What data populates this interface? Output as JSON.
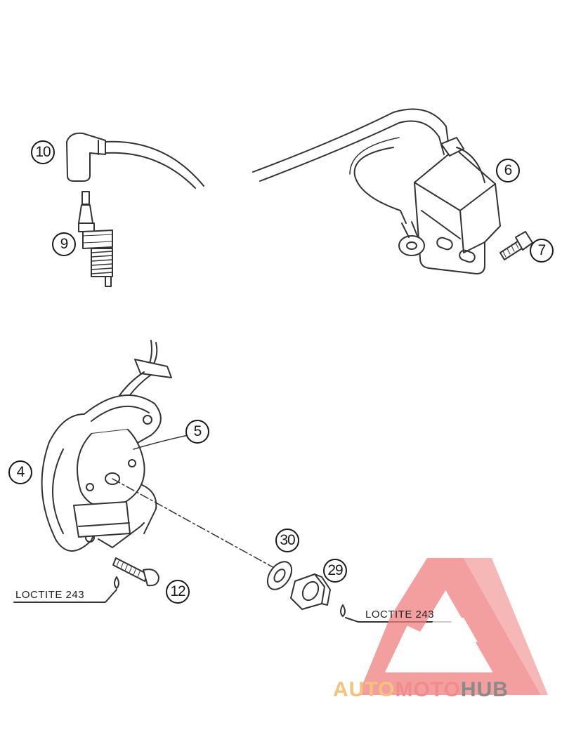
{
  "callouts": {
    "c10": "10",
    "c9": "9",
    "c6": "6",
    "c7": "7",
    "c5": "5",
    "c4": "4",
    "c30": "30",
    "c29": "29",
    "c12": "12"
  },
  "notes": {
    "left": "LOCTITE 243",
    "right": "LOCTITE 243"
  },
  "watermark": {
    "part1": "AUTO",
    "part2": "MOTO",
    "part3": "HUB",
    "colors": {
      "part1": "#f4c27a",
      "part2": "#f08c8c",
      "part3": "#8a8a8a",
      "triangle": "#f08080"
    }
  }
}
